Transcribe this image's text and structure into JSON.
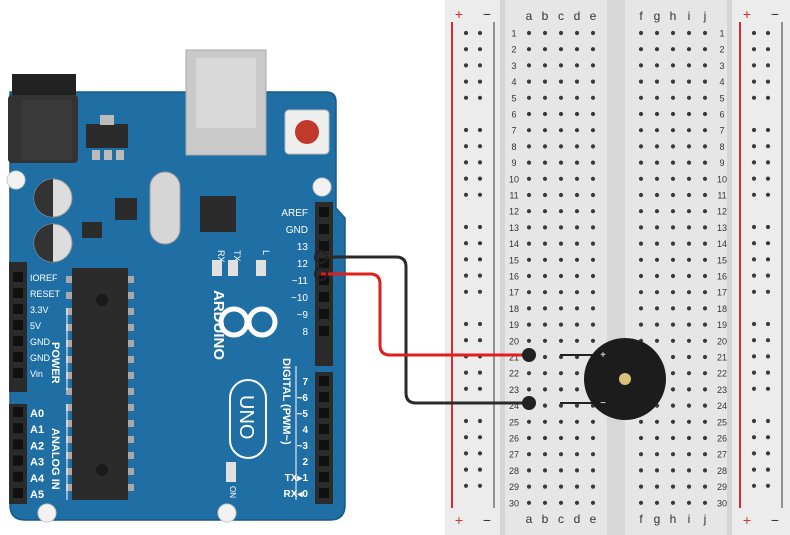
{
  "arduino": {
    "brand": "ARDUINO",
    "model": "UNO",
    "on_label": "ON",
    "rx_label": "RX",
    "tx_label": "TX",
    "l_label": "L",
    "digital_header": "DIGITAL (PWM~)",
    "power_header": "POWER",
    "analog_header": "ANALOG IN",
    "top_pins": [
      "AREF",
      "GND",
      "13",
      "12",
      "~11",
      "~10",
      "~9",
      "8"
    ],
    "bottom_pins": [
      "7",
      "~6",
      "~5",
      "4",
      "~3",
      "2",
      "TX▸1",
      "RX◂0"
    ],
    "power_pins": [
      "IOREF",
      "RESET",
      "3.3V",
      "5V",
      "GND",
      "GND",
      "Vin"
    ],
    "analog_pins": [
      "A0",
      "A1",
      "A2",
      "A3",
      "A4",
      "A5"
    ]
  },
  "breadboard": {
    "cols_left": [
      "a",
      "b",
      "c",
      "d",
      "e"
    ],
    "cols_right": [
      "f",
      "g",
      "h",
      "i",
      "j"
    ],
    "rows": [
      "1",
      "2",
      "3",
      "4",
      "5",
      "6",
      "7",
      "8",
      "9",
      "10",
      "11",
      "12",
      "13",
      "14",
      "15",
      "16",
      "17",
      "18",
      "19",
      "20",
      "21",
      "22",
      "23",
      "24",
      "25",
      "26",
      "27",
      "28",
      "29",
      "30"
    ],
    "rail_plus": "+",
    "rail_minus": "−"
  },
  "buzzer": {
    "plus": "+",
    "minus": "−"
  },
  "colors": {
    "board": "#1f6fa4",
    "wire_signal": "#e01e1e",
    "wire_ground": "#2a2a2a",
    "rail_red": "#d32f2f",
    "breadboard": "#e8e8e8"
  }
}
